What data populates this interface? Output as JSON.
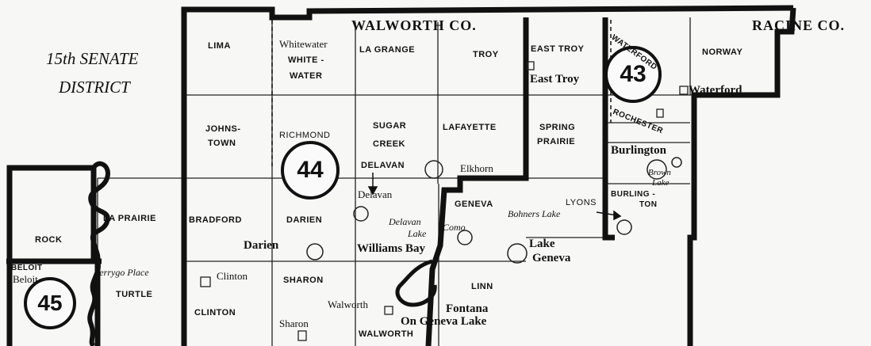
{
  "headers": {
    "walworth": "WALWORTH CO.",
    "racine": "RACINE CO.",
    "senate_line1": "15th SENATE",
    "senate_line2": "DISTRICT"
  },
  "districts": {
    "d43": "43",
    "d44": "44",
    "d45": "45"
  },
  "townships": {
    "lima": "LIMA",
    "whitewater_a": "WHITE -",
    "whitewater_b": "WATER",
    "lagrange": "LA GRANGE",
    "troy": "TROY",
    "easttroy": "EAST TROY",
    "norway": "NORWAY",
    "waterford": "WATERFORD",
    "johnstown_a": "JOHNS-",
    "johnstown_b": "TOWN",
    "richmond": "RICHMOND",
    "sugarcreek_a": "SUGAR",
    "sugarcreek_b": "CREEK",
    "lafayette": "LAFAYETTE",
    "springprairie_a": "SPRING",
    "springprairie_b": "PRAIRIE",
    "rochester": "ROCHESTER",
    "delavan": "DELAVAN",
    "geneva": "GENEVA",
    "lyons": "LYONS",
    "burlington_a": "BURLING -",
    "burlington_b": "TON",
    "rock": "ROCK",
    "laprairie": "LA PRAIRIE",
    "bradford": "BRADFORD",
    "darien": "DARIEN",
    "beloit": "BELOIT",
    "turtle": "TURTLE",
    "clinton": "CLINTON",
    "sharon": "SHARON",
    "linn": "LINN",
    "walworth": "WALWORTH"
  },
  "places": {
    "whitewater": "Whitewater",
    "easttroy": "East Troy",
    "waterford": "Waterford",
    "burlington": "Burlington",
    "elkhorn": "Elkhorn",
    "delavan": "Delavan",
    "como": "Como",
    "lakegeneva_a": "Lake",
    "lakegeneva_b": "Geneva",
    "darien": "Darien",
    "williamsbay": "Williams Bay",
    "beloit": "Beloit",
    "clinton": "Clinton",
    "walworth": "Walworth",
    "sharon": "Sharon",
    "fontana": "Fontana",
    "ongenevalake": "On Geneva Lake",
    "perrygoplace": "Perrygo Place"
  },
  "lakes": {
    "delavan_a": "Delavan",
    "delavan_b": "Lake",
    "bohners": "Bohners Lake",
    "brown_a": "Brown",
    "brown_b": "Lake"
  }
}
